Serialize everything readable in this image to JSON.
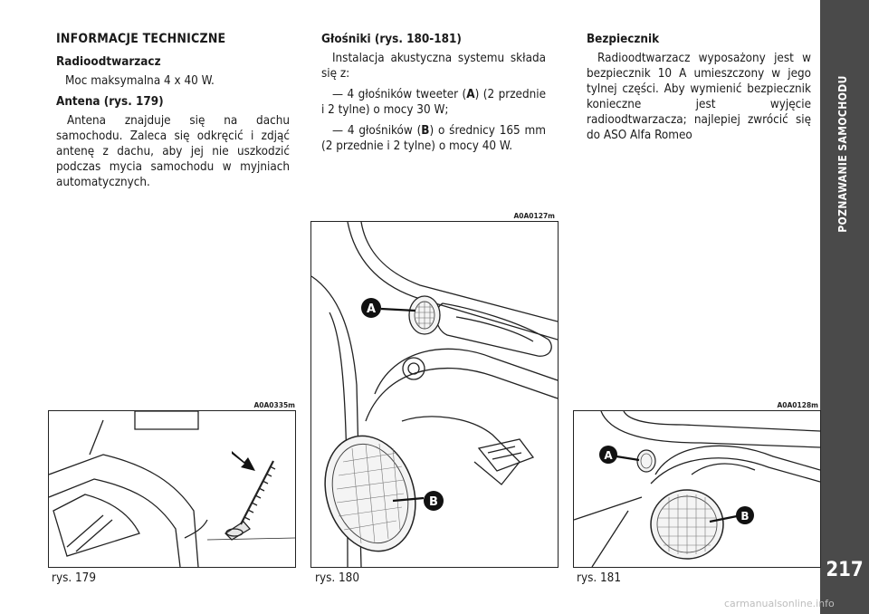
{
  "section": {
    "side_label": "POZNAWANIE SAMOCHODU",
    "page_number": "217"
  },
  "col1": {
    "title": "INFORMACJE TECHNICZNE",
    "radio_heading": "Radioodtwarzacz",
    "radio_power": "Moc maksymalna 4 x 40 W.",
    "antenna_heading": "Antena (rys. 179)",
    "antenna_text": "Antena znajduje się na dachu samochodu. Zaleca się odkręcić i zdjąć antenę z dachu, aby jej nie uszkodzić podczas mycia samochodu w myjniach automatycznych."
  },
  "col2": {
    "heading": "Głośniki (rys. 180-181)",
    "intro": "Instalacja akustyczna systemu składa się z:",
    "item_a_prefix": "— 4 głośników tweeter (",
    "item_a_marker": "A",
    "item_a_suffix": ") (2 przednie i 2 tylne) o mocy 30 W;",
    "item_b_prefix": "— 4 głośników (",
    "item_b_marker": "B",
    "item_b_suffix": ") o średnicy 165 mm (2 przednie i 2 tylne) o mocy 40 W."
  },
  "col3": {
    "heading": "Bezpiecznik",
    "text": "Radioodtwarzacz wyposażony jest w bezpiecznik 10 A umieszczony w jego tylnej części. Aby wymienić bezpiecznik konieczne jest wyjęcie radioodtwarzacza; najlepiej zwrócić się do ASO Alfa Romeo"
  },
  "figures": [
    {
      "code": "A0A0335m",
      "caption": "rys. 179"
    },
    {
      "code": "A0A0127m",
      "caption": "rys. 180",
      "label_a": "A",
      "label_b": "B"
    },
    {
      "code": "A0A0128m",
      "caption": "rys. 181",
      "label_a": "A",
      "label_b": "B"
    }
  ],
  "watermark": "carmanualsonline.info"
}
